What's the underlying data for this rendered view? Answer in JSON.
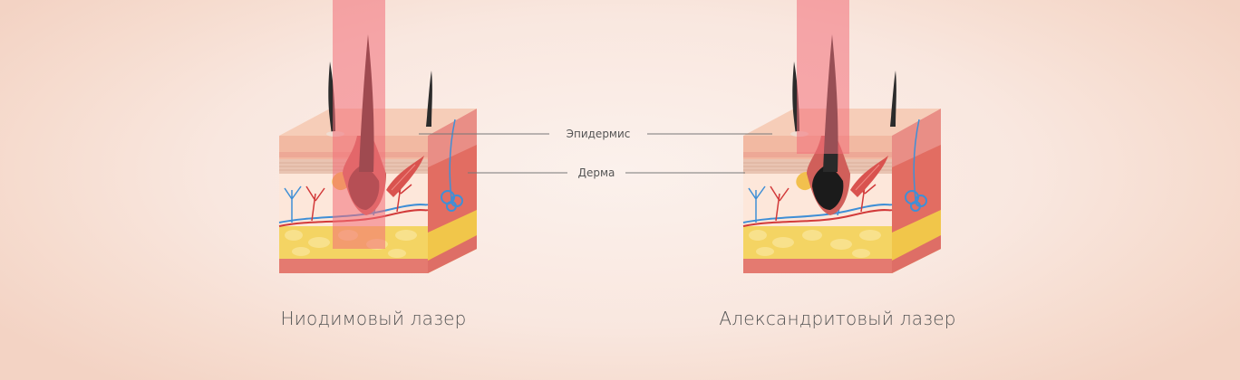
{
  "labels": {
    "epidermis": "Эпидермис",
    "dermis": "Дерма"
  },
  "panels": [
    {
      "caption": "Ниодимовый лазер",
      "bulb_color": "#6e2a2a"
    },
    {
      "caption": "Александритовый лазер",
      "bulb_color": "#1b1b1b"
    }
  ],
  "colors": {
    "laser_beam": "#f36e78",
    "epidermis": "#f2b7a0",
    "dermis": "#fbe3d7",
    "fat": "#f6d66a",
    "muscle": "#d9534f",
    "vein": "#3f8fd6",
    "artery": "#d23a3a"
  }
}
